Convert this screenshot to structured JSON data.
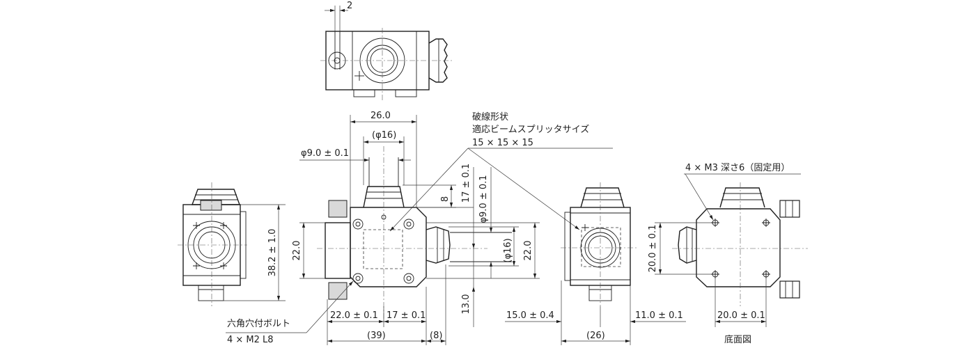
{
  "labels": {
    "top_gap": "2",
    "width_26": "26.0",
    "phi16_top": "(φ16)",
    "phi9": "φ9.0 ± 0.1",
    "beam_title_1": "破線形状",
    "beam_title_2": "適応ビームスプリッタサイズ",
    "beam_size": "15 × 15 × 15",
    "v_8": "8",
    "v_17": "17 ± 0.1",
    "v_phi9": "φ9.0 ± 0.1",
    "v_phi16": "(φ16)",
    "v_22_right": "22.0",
    "v_22_left": "22.0",
    "v_13": "13.0",
    "left_height": "38.2 ± 1.0",
    "bolt_1": "六角穴付ボルト",
    "bolt_2": "4 × M2 L8",
    "h_22": "22.0 ± 0.1",
    "h_17": "17 ± 0.1",
    "h_39": "(39)",
    "h_8": "(8)",
    "h_15": "15.0 ± 0.4",
    "h_11": "11.0 ± 0.1",
    "h_26": "(26)",
    "m3_label": "4 × M3 深さ6（固定用）",
    "v_20": "20.0 ± 0.1",
    "h_20": "20.0 ± 0.1",
    "bottom_view": "底面図"
  }
}
